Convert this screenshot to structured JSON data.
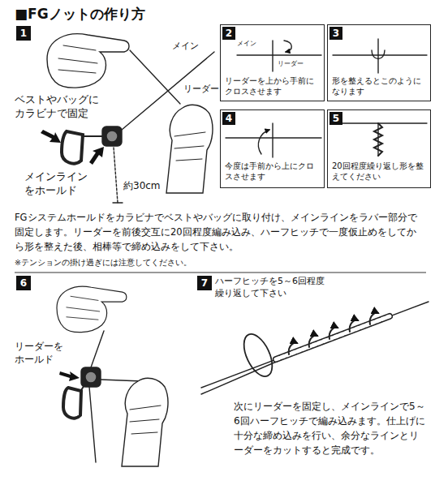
{
  "diagram": {
    "title": "■FGノットの作り方",
    "nodes": [
      {
        "text": [
          "1"
        ]
      },
      {
        "text": [
          "リーダーを上から手前にクロスさせます"
        ]
      },
      {
        "text": [
          "2"
        ],
        "in": 1
      },
      {
        "text": [
          "形を整えるとこのようになります"
        ]
      },
      {
        "text": [
          "3"
        ],
        "in": 3
      },
      {
        "text": [
          "今度は手前から上にクロスさせます"
        ]
      },
      {
        "text": [
          "4"
        ],
        "in": 5
      },
      {
        "text": [
          "20回程度繰り返し形を整えてください"
        ]
      },
      {
        "text": [
          "5"
        ],
        "in": 7
      },
      {
        "text": [
          "6"
        ]
      },
      {
        "text": [
          "7"
        ]
      }
    ],
    "labels": [
      "メイン",
      "リーダー",
      "ベストやバッグにカラビナで固定",
      "メインラインをホールド",
      "約30cm",
      "メイン",
      "リーダー",
      "FGシステムホールドをカラビナでベストやバッグに取り付け、メインラインをラバー部分で固定します。リーダーを前後交互に20回程度編み込み、ハーフヒッチで一度仮止めをしてから形を整えた後、相棒等で締め込みをして下さい。",
      "※テンションの掛け過ぎには注意してください。",
      "リーダーをホールド",
      "ハーフヒッチを5～6回程度繰り返して下さい",
      "次にリーダーを固定し、メインラインで5～6回ハーフヒッチで編み込みます。仕上げに十分な締め込みを行い、余分なラインとリーダーをカットすると完成です。"
    ]
  }
}
